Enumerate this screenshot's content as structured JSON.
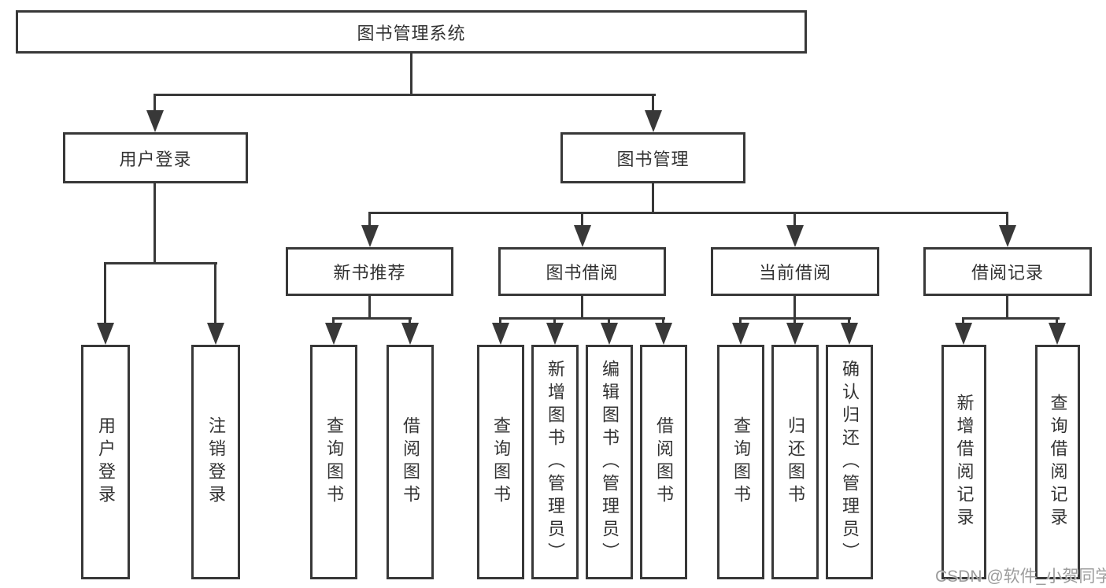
{
  "diagram": {
    "root": {
      "label": "图书管理系统"
    },
    "level2": [
      {
        "label": "用户登录",
        "children": [
          {
            "label": "用户登录"
          },
          {
            "label": "注销登录"
          }
        ]
      },
      {
        "label": "图书管理",
        "children": [
          {
            "label": "新书推荐",
            "children": [
              {
                "label": "查询图书"
              },
              {
                "label": "借阅图书"
              }
            ]
          },
          {
            "label": "图书借阅",
            "children": [
              {
                "label": "查询图书"
              },
              {
                "label": "新增图书（管理员）"
              },
              {
                "label": "编辑图书（管理员）"
              },
              {
                "label": "借阅图书"
              }
            ]
          },
          {
            "label": "当前借阅",
            "children": [
              {
                "label": "查询图书"
              },
              {
                "label": "归还图书"
              },
              {
                "label": "确认归还（管理员）"
              }
            ]
          },
          {
            "label": "借阅记录",
            "children": [
              {
                "label": "新增借阅记录"
              },
              {
                "label": "查询借阅记录"
              }
            ]
          }
        ]
      }
    ]
  },
  "watermark": {
    "text": "CSDN @软件_小贺同学"
  },
  "colors": {
    "line": "#383838",
    "box_border": "#383838",
    "text": "#333333",
    "watermark": "#9c9c9c",
    "background": "#ffffff"
  }
}
